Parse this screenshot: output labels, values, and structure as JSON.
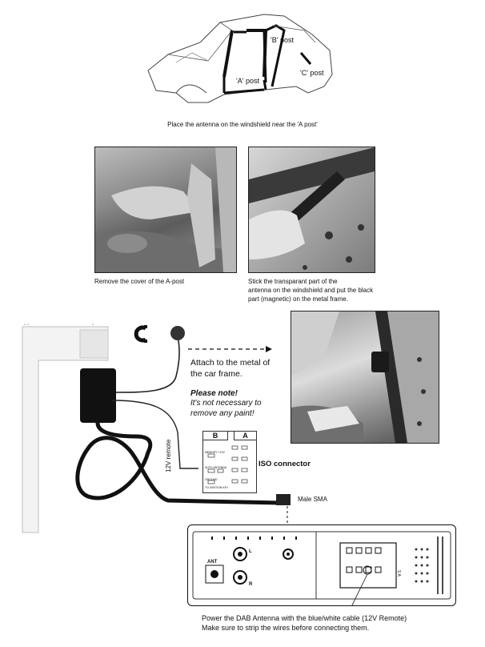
{
  "car": {
    "label_a": "'A' post",
    "label_b": "'B' post",
    "label_c": "'C' post",
    "caption": "Place the antenna on the windshield near the 'A post'"
  },
  "photos": {
    "left_caption": "Remove the cover of the A-post",
    "right_caption_1": "Stick the transparant part of the",
    "right_caption_2": "antenna on the windshield and put the black",
    "right_caption_3": "part (magnetic) on the metal frame."
  },
  "wiring": {
    "attach_1": "Attach to the metal of",
    "attach_2": "the car frame.",
    "note_title": "Please note!",
    "note_1": "It's not necessary to",
    "note_2": "remove any paint!",
    "remote_label": "12V remote",
    "iso_label": "ISO connector",
    "iso_b": "B",
    "iso_a": "A",
    "iso_memory": "MEMORY +12V",
    "iso_auto": "AUTO ANTENNA",
    "iso_ground": "GROUND",
    "iso_ignition": "TO IGNITION KEY",
    "male_sma": "Male SMA"
  },
  "radio": {
    "ant_label": "ANT",
    "l_label": "L",
    "r_label": "R",
    "sa_label": "S A"
  },
  "bottom": {
    "line_1": "Power the DAB Antenna with the blue/white cable (12V Remote)",
    "line_2": "Make sure to strip the wires before connecting them."
  }
}
